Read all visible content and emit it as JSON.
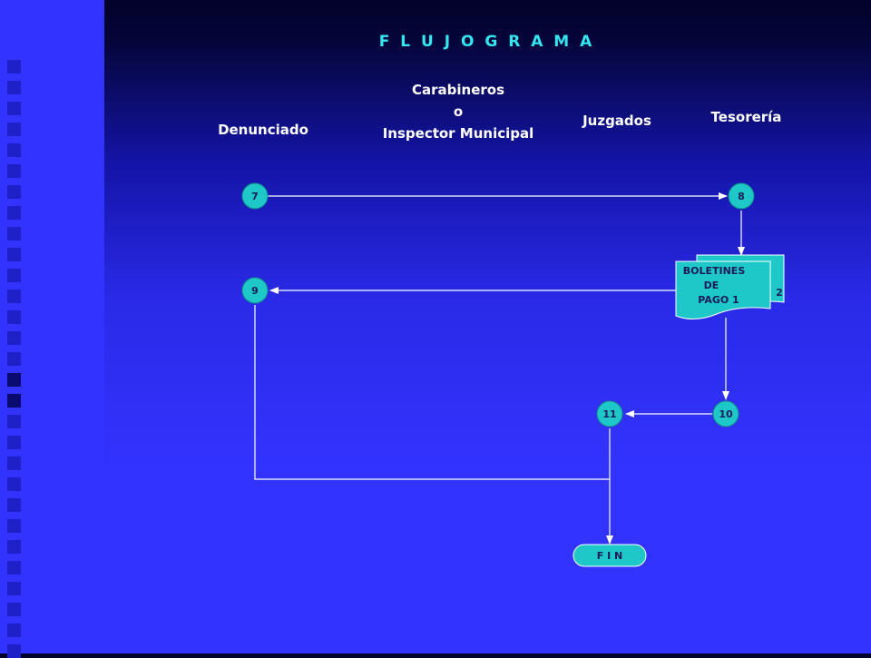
{
  "title": "F L U J O G R A M A",
  "lanes": {
    "denunciado": "Denunciado",
    "carabineros_line1": "Carabineros",
    "carabineros_line2": "o",
    "carabineros_line3": "Inspector Municipal",
    "juzgados": "Juzgados",
    "tesoreria": "Tesorería"
  },
  "nodes": {
    "n7": "7",
    "n8": "8",
    "n9": "9",
    "n10": "10",
    "n11": "11",
    "fin": "F I N"
  },
  "document": {
    "line1": "BOLETINES",
    "line2": "DE",
    "line3": "PAGO   1",
    "back_label": "2"
  },
  "colors": {
    "node_fill": "#1ec8c8",
    "title": "#33e6f0",
    "connector": "#ffffff"
  }
}
